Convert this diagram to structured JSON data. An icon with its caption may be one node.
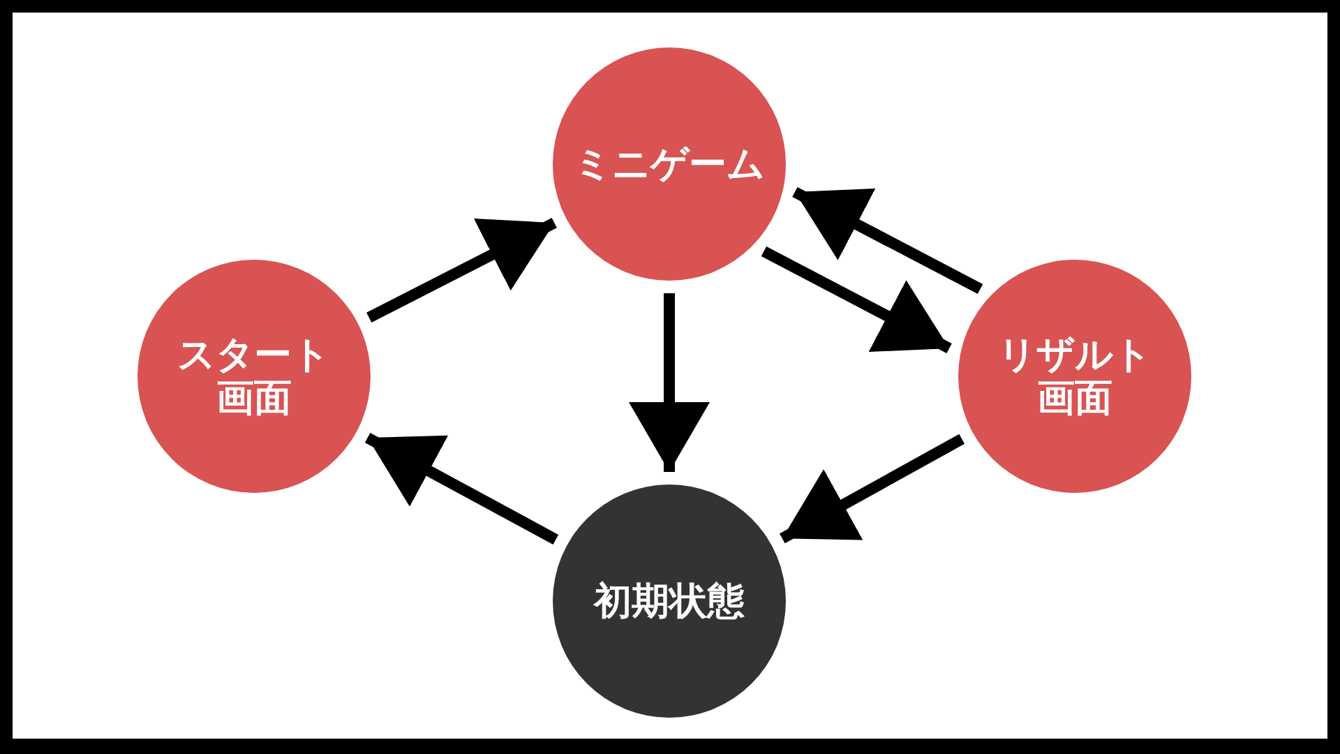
{
  "diagram": {
    "nodes": [
      {
        "text": [
          "ミニゲーム"
        ]
      },
      {
        "text": [
          "スタート画面"
        ]
      },
      {
        "text": [
          "リザルト画面"
        ]
      },
      {
        "text": [
          "初期状態"
        ]
      }
    ],
    "edges": [
      {
        "from": 1,
        "to": 0,
        "arrow": "to"
      },
      {
        "from": 0,
        "to": 2,
        "arrow": "to"
      },
      {
        "from": 2,
        "to": 0,
        "arrow": "to"
      },
      {
        "from": 0,
        "to": 3,
        "arrow": "to"
      },
      {
        "from": 2,
        "to": 3,
        "arrow": "to"
      },
      {
        "from": 3,
        "to": 1,
        "arrow": "to"
      }
    ]
  }
}
